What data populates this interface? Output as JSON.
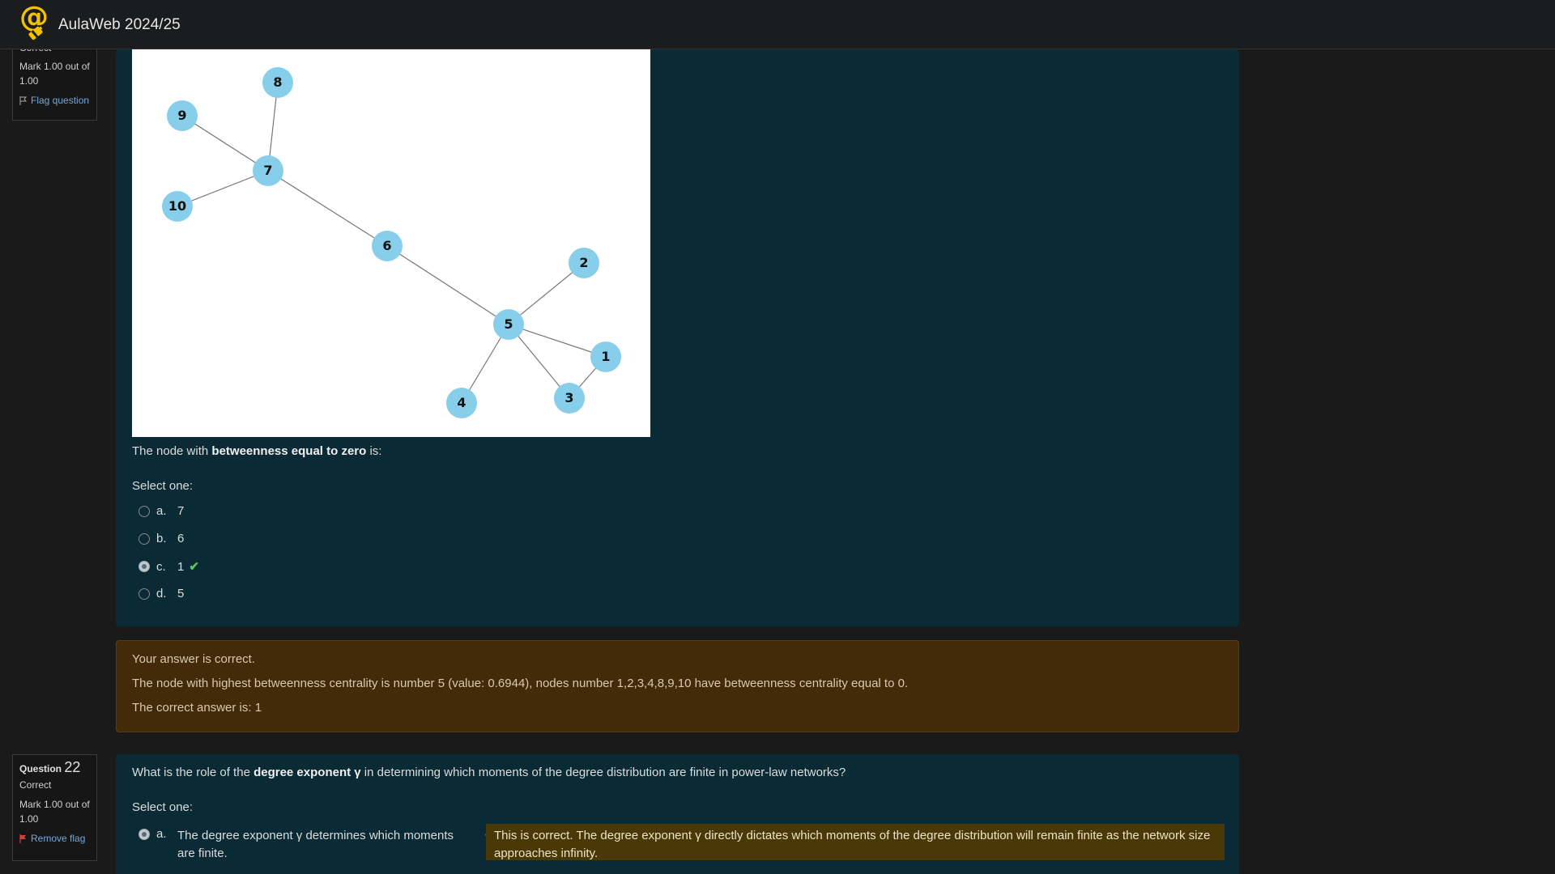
{
  "header": {
    "site_title": "AulaWeb 2024/25"
  },
  "q21": {
    "state_partial": "Correct",
    "grade": "Mark 1.00 out of 1.00",
    "flag_label": "Flag question",
    "prompt_prefix": "The node with ",
    "prompt_bold": "betweenness equal to zero",
    "prompt_suffix": " is:",
    "select_one": "Select one:",
    "options": [
      {
        "letter": "a.",
        "text": "7"
      },
      {
        "letter": "b.",
        "text": "6"
      },
      {
        "letter": "c.",
        "text": "1"
      },
      {
        "letter": "d.",
        "text": "5"
      }
    ],
    "graph": {
      "nodes": [
        "1",
        "2",
        "3",
        "4",
        "5",
        "6",
        "7",
        "8",
        "9",
        "10"
      ],
      "edges": [
        [
          "8",
          "7"
        ],
        [
          "9",
          "7"
        ],
        [
          "10",
          "7"
        ],
        [
          "7",
          "6"
        ],
        [
          "6",
          "5"
        ],
        [
          "5",
          "2"
        ],
        [
          "5",
          "1"
        ],
        [
          "5",
          "3"
        ],
        [
          "5",
          "4"
        ],
        [
          "1",
          "3"
        ]
      ]
    }
  },
  "feedback": {
    "line1": "Your answer is correct.",
    "line2": "The node with highest betweenness centrality is number 5 (value: 0.6944), nodes number 1,2,3,4,8,9,10 have betweenness centrality equal to 0.",
    "line3": "The correct answer is: 1"
  },
  "q22": {
    "label": "Question",
    "number": "22",
    "state": "Correct",
    "grade": "Mark 1.00 out of 1.00",
    "flag_label": "Remove flag",
    "prompt_prefix": "What is the role of the ",
    "prompt_bold": "degree exponent γ",
    "prompt_suffix": " in determining which moments of the degree distribution are finite in power-law networks?",
    "select_one": "Select one:",
    "option_a_letter": "a.",
    "option_a_text": "The degree exponent γ determines which moments are finite.",
    "option_a_feedback": "This is correct. The degree exponent γ directly dictates which moments of the degree distribution will remain finite as the network size approaches infinity."
  },
  "colors": {
    "panel": "#0a2a35",
    "feedback": "#432a08",
    "accent_link": "#6fa8dc",
    "check": "#5fc45f",
    "node": "#87ceeb"
  }
}
